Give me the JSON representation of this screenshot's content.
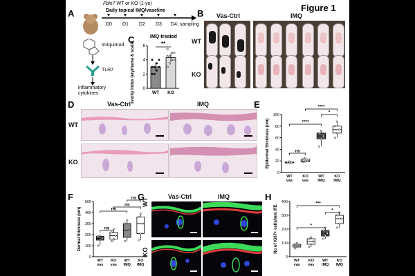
{
  "figure_title": "Figure 1",
  "panel_A": {
    "label": "A",
    "genotype_line_gene": "Fbln7",
    "genotype_line_rest": " WT or KO (1-yo)",
    "treatment": "Daily topical IMQ/vaseline",
    "timeline": [
      "D0",
      "D1",
      "D2",
      "D3",
      "D4: sampling"
    ],
    "imiquimod": "Imiquimod",
    "receptor": "TLR7",
    "output": "inflammatory cytokines"
  },
  "panel_B": {
    "label": "B",
    "col_vas": "Vas-Ctrl",
    "col_imq": "IMQ",
    "row_wt": "WT",
    "row_ko": "KO"
  },
  "panel_C": {
    "label": "C",
    "title": "IMQ-treated",
    "sig": "**"
  },
  "panel_D": {
    "label": "D",
    "col_vas": "Vas-Ctrl",
    "col_imq": "IMQ",
    "row_wt": "WT",
    "row_ko": "KO"
  },
  "panel_E": {
    "label": "E",
    "sig": [
      "ns",
      "****",
      "****",
      "*"
    ]
  },
  "panel_F": {
    "label": "F",
    "sig": [
      "ns",
      "ns",
      "ns",
      "ns"
    ]
  },
  "panel_G": {
    "label": "G",
    "col_vas": "Vas-Ctrl",
    "col_imq": "IMQ",
    "row_wt": "WT",
    "row_ko": "KO"
  },
  "panel_H": {
    "label": "H",
    "sig": [
      "*",
      "***",
      "*"
    ]
  },
  "chart_data": [
    {
      "panel": "C",
      "type": "bar",
      "title": "IMQ-treated",
      "ylabel": "Severity index (erythema & scaling (0-6))",
      "categories": [
        "WT",
        "KO"
      ],
      "values": [
        3.0,
        4.3
      ],
      "ylim": [
        0,
        6
      ],
      "yticks": [
        0,
        2,
        4,
        6
      ],
      "colors": [
        "#8a8a8a",
        "#d8d8d8"
      ],
      "points": [
        [
          2,
          2,
          2.5,
          3,
          3,
          3,
          3.5,
          4,
          4
        ],
        [
          3,
          3.5,
          4,
          4,
          4.5,
          4.5,
          5,
          5,
          5.5
        ]
      ]
    },
    {
      "panel": "E",
      "type": "box",
      "ylabel": "Epidermal thickness (um)",
      "categories": [
        "WT vas",
        "KO vas",
        "WT IMQ",
        "KO IMQ"
      ],
      "ylim": [
        0,
        100
      ],
      "yticks": [
        0,
        20,
        40,
        60,
        80,
        100
      ],
      "min": [
        16,
        18,
        45,
        60
      ],
      "q1": [
        17,
        19,
        58,
        68
      ],
      "median": [
        17,
        20,
        63,
        74
      ],
      "q3": [
        18,
        23,
        68,
        80
      ],
      "max": [
        19,
        25,
        72,
        88
      ],
      "colors": [
        "#ffffff",
        "#ffffff",
        "#555555",
        "#ffffff"
      ]
    },
    {
      "panel": "F",
      "type": "box",
      "ylabel": "Dermal thickness (um)",
      "categories": [
        "WT vas",
        "KO vas",
        "WT IMQ",
        "KO IMQ"
      ],
      "ylim": [
        0,
        500
      ],
      "yticks": [
        0,
        100,
        200,
        300,
        400,
        500
      ],
      "min": [
        100,
        140,
        140,
        150
      ],
      "q1": [
        150,
        160,
        175,
        210
      ],
      "median": [
        165,
        190,
        240,
        300
      ],
      "q3": [
        185,
        220,
        300,
        360
      ],
      "max": [
        190,
        250,
        330,
        390
      ],
      "colors": [
        "#555555",
        "#ffffff",
        "#888888",
        "#ffffff"
      ]
    },
    {
      "panel": "H",
      "type": "box",
      "ylabel": "No of Ki67+ cells/mm IFE",
      "categories": [
        "WT vas",
        "KO vas",
        "WT IMQ",
        "KO IMQ"
      ],
      "ylim": [
        0,
        400
      ],
      "yticks": [
        0,
        100,
        200,
        300,
        400
      ],
      "min": [
        60,
        70,
        130,
        210
      ],
      "q1": [
        70,
        90,
        150,
        240
      ],
      "median": [
        80,
        110,
        170,
        275
      ],
      "q3": [
        90,
        130,
        190,
        300
      ],
      "max": [
        100,
        140,
        210,
        320
      ],
      "colors": [
        "#ffffff",
        "#ffffff",
        "#555555",
        "#ffffff"
      ]
    }
  ],
  "colors": {
    "mouse_bg": "#4a3d36",
    "histo_pink": "#e6a6c2",
    "fluor_green": "#3cdc5a",
    "fluor_red": "#e23c3c",
    "fluor_blue": "#2c45d8"
  }
}
